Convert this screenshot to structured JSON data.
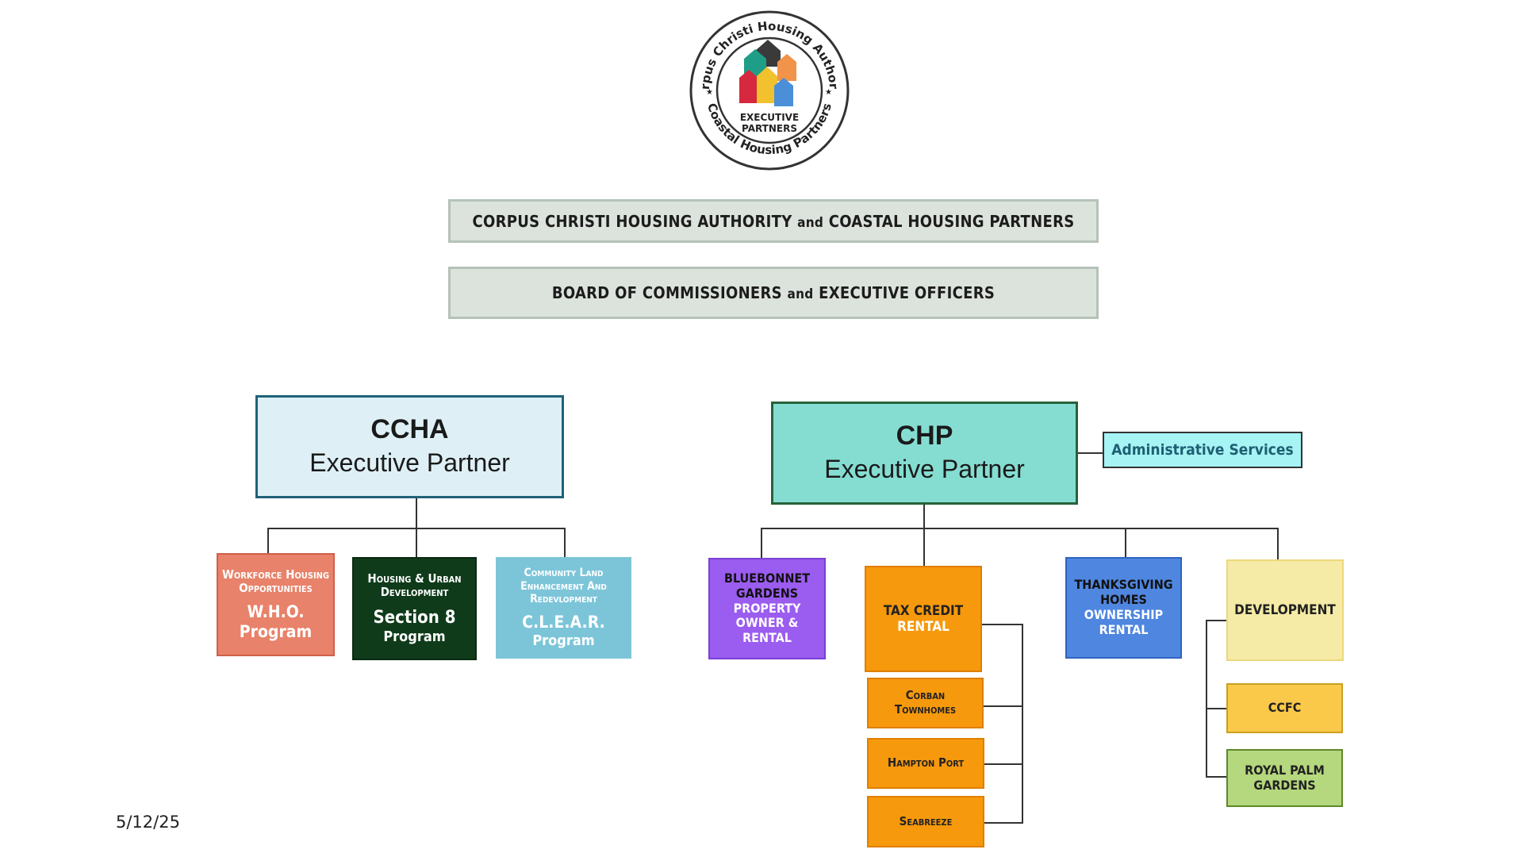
{
  "logo": {
    "ring_top_text": "Corpus Christi Housing Authority",
    "ring_bottom_text": "Coastal Housing Partners",
    "center_line1": "EXECUTIVE",
    "center_line2": "PARTNERS",
    "house_colors": [
      "#d6283e",
      "#1e9e86",
      "#f2c12e",
      "#3a3a3a",
      "#f2934a",
      "#4a8fd8"
    ]
  },
  "header": {
    "title_left": "CORPUS CHRISTI HOUSING AUTHORITY ",
    "title_and": "and",
    "title_right": " COASTAL HOUSING PARTNERS",
    "board_left": "BOARD OF COMMISSIONERS ",
    "board_and": "and",
    "board_right": " EXECUTIVE OFFICERS"
  },
  "ccha": {
    "title": "CCHA",
    "subtitle": "Executive Partner",
    "children": [
      {
        "line1": "Workforce Housing",
        "line2": "Opportunities",
        "line3": "W.H.O.",
        "line4": "Program",
        "color": "#e8826a"
      },
      {
        "line1": "Housing & Urban",
        "line2": "Development",
        "line3": "Section 8",
        "line4": "Program",
        "color": "#0f3b1a"
      },
      {
        "line1": "Community Land",
        "line2": "Enhancement And",
        "line2b": "Redevlopment",
        "line3": "C.L.E.A.R.",
        "line4": "Program",
        "color": "#7cc5d9"
      }
    ]
  },
  "chp": {
    "title": "CHP",
    "subtitle": "Executive Partner",
    "admin": "Administrative Services",
    "bluebonnet": {
      "l1": "BLUEBONNET",
      "l2": "GARDENS",
      "l3": "PROPERTY",
      "l4": "OWNER  &",
      "l5": "RENTAL",
      "color": "#9b5cf0"
    },
    "tax_credit": {
      "l1": "TAX CREDIT",
      "l2": "RENTAL",
      "color": "#f7990c"
    },
    "corban": {
      "l1": "Corban",
      "l2": "Townhomes"
    },
    "hampton": "Hampton Port",
    "seabreeze": "Seabreeze",
    "thanksgiving": {
      "l1": "THANKSGIVING",
      "l2": "HOMES",
      "l3": "OWNERSHIP",
      "l4": "RENTAL",
      "color": "#4f86e0"
    },
    "development": "DEVELOPMENT",
    "ccfc": "CCFC",
    "royal_palm": {
      "l1": "ROYAL PALM",
      "l2": "GARDENS"
    }
  },
  "date": "5/12/25"
}
